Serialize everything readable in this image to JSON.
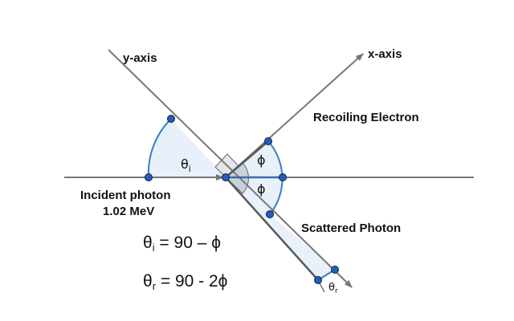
{
  "labels": {
    "y_axis": "y-axis",
    "x_axis": "x-axis",
    "recoiling_electron": "Recoiling Electron",
    "incident_photon": "Incident photon",
    "incident_energy": "1.02 MeV",
    "scattered_photon": "Scattered Photon",
    "theta_i": "θ",
    "theta_i_sub": "i",
    "phi_upper": "ϕ",
    "phi_lower": "ϕ",
    "theta_r": "θ",
    "theta_r_sub": "r"
  },
  "equations": [
    {
      "lhs": "θ",
      "sub": "i",
      "rhs": " = 90 – ϕ"
    },
    {
      "lhs": "θ",
      "sub": "r",
      "rhs": " = 90 - 2ϕ"
    }
  ],
  "colors": {
    "arc": "#3a7cc8",
    "fill": "#e8f0fa",
    "point": "#1f5fbf",
    "line": "#777777",
    "dark_line": "#555a60"
  }
}
